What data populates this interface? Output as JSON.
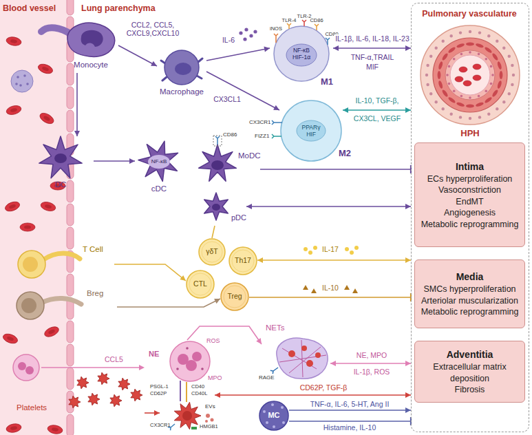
{
  "diagram": {
    "nodes": [
      {
        "text": [
          "Blood vessel"
        ]
      },
      {
        "text": [
          "Lung parenchyma"
        ]
      },
      {
        "text": [
          "Pulmonary vasculature"
        ]
      },
      {
        "text": [
          "HPH"
        ],
        "in": 2
      },
      {
        "text": [
          "Intima",
          "ECs hyperproliferation",
          "Vasoconstriction",
          "EndMT",
          "Angiogenesis",
          "Metabolic reprogramming"
        ],
        "in": 2
      },
      {
        "text": [
          "Media",
          "SMCs hyperproliferation",
          "Arteriolar muscularization",
          "Metabolic reprogramming"
        ],
        "in": 2
      },
      {
        "text": [
          "Adventitia",
          "Extracellular matrix deposition",
          "Fibrosis"
        ],
        "in": 2
      },
      {
        "text": [
          "Monocyte"
        ]
      },
      {
        "text": [
          "Macrophage"
        ]
      },
      {
        "text": [
          "iNOS",
          "TLR-4",
          "TLR-2",
          "CD86",
          "CD80",
          "NF-κB HIF-1α",
          "M1"
        ]
      },
      {
        "text": [
          "CX3CR1",
          "FIZZ1",
          "PPARγ HIF",
          "M2"
        ]
      },
      {
        "text": [
          "DC"
        ]
      },
      {
        "text": [
          "NF-κB",
          "cDC"
        ]
      },
      {
        "text": [
          "CD86",
          "MoDC"
        ]
      },
      {
        "text": [
          "pDC"
        ]
      },
      {
        "text": [
          "T Cell"
        ]
      },
      {
        "text": [
          "Breg"
        ]
      },
      {
        "text": [
          "γδT"
        ]
      },
      {
        "text": [
          "Th17"
        ]
      },
      {
        "text": [
          "CTL"
        ]
      },
      {
        "text": [
          "Treg"
        ]
      },
      {
        "text": [
          "NE",
          "ROS",
          "MPO"
        ]
      },
      {
        "text": [
          "NETs",
          "RAGE"
        ]
      },
      {
        "text": [
          "Platelets"
        ]
      },
      {
        "text": [
          "PSGL-1",
          "CD62P",
          "CD40",
          "CD40L",
          "CX3CR1",
          "EVs",
          "HMGB1"
        ]
      },
      {
        "text": [
          "MC"
        ]
      }
    ],
    "edges": [
      {
        "from": 7,
        "to": 8,
        "arrow": "to",
        "label": "CCL2, CCL5, CXCL9,CXCL10"
      },
      {
        "from": 7,
        "to": 11,
        "arrow": "to"
      },
      {
        "from": 8,
        "to": 9,
        "arrow": "to",
        "label": "IL-6"
      },
      {
        "from": 8,
        "to": 10,
        "arrow": "to",
        "label": "CX3CL1"
      },
      {
        "from": 9,
        "to": 2,
        "arrow": "both",
        "label": "IL-1β, IL-6, IL-18, IL-23"
      },
      {
        "from": 10,
        "to": 2,
        "arrow": "both",
        "label": "IL-10, TGF-β,"
      },
      {
        "from": 11,
        "to": 12,
        "arrow": "to"
      },
      {
        "from": 13,
        "to": 2,
        "arrow": "to"
      },
      {
        "from": 14,
        "to": 2,
        "arrow": "both"
      },
      {
        "from": 14,
        "to": 17,
        "arrow": "none"
      },
      {
        "from": 15,
        "to": 19,
        "arrow": "to"
      },
      {
        "from": 16,
        "to": 20,
        "arrow": "to"
      },
      {
        "from": 18,
        "to": 2,
        "arrow": "both",
        "label": "IL-17"
      },
      {
        "from": 20,
        "to": 2,
        "arrow": "to",
        "label": "IL-10"
      },
      {
        "from": 21,
        "to": 22,
        "arrow": "to"
      },
      {
        "from": 22,
        "to": 2,
        "arrow": "both",
        "label": "NE, MPO"
      },
      {
        "from": 23,
        "to": 24,
        "arrow": "to"
      },
      {
        "from": 24,
        "to": 2,
        "arrow": "both",
        "label": "CD62P, TGF-β"
      },
      {
        "from": 25,
        "to": 2,
        "arrow": "to",
        "label": "TNF-α, IL-6, 5-HT, Ang II"
      },
      {
        "from": 25,
        "to": 2,
        "arrow": "to",
        "label": "Histamine, IL-10"
      }
    ],
    "labels": [
      "TNF-α,TRAIL",
      "MIF",
      "CX3CL, VEGF",
      "IL-1β, ROS",
      "CCL5"
    ]
  }
}
